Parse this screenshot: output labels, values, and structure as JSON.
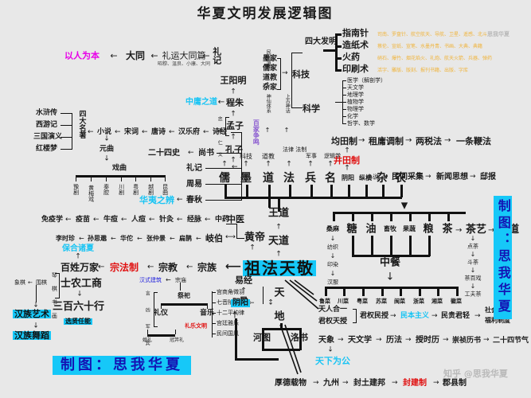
{
  "title": "华夏文明发展逻辑图",
  "credit_top": "思我华夏",
  "banner_bottom": "制图：思我华夏",
  "banner_right": "制图：思我华夏",
  "watermark": "知乎 @思我华夏",
  "center": {
    "core": "祖法天敬"
  },
  "top_left_chain": {
    "items": [
      "以人为本",
      "大同",
      "礼运大同篇",
      "礼记"
    ],
    "sub_note": "昭穆、温良、小康、大同"
  },
  "zhongyong": {
    "label": "中庸之道",
    "source": "程朱"
  },
  "confucian_lineage": [
    "王阳明",
    "程朱",
    "孟子",
    "孔子"
  ],
  "mengzi_virtues": "忠 孝 仁 义",
  "four_inventions": {
    "title": "四大发明",
    "items": [
      {
        "name": "指南针",
        "note": "司南、罗盘针、航空航天、导航、卫星、遥感、北斗"
      },
      {
        "name": "造纸术",
        "note": "蔡伦、宣纸、宣笔、水墨丹青、书画、大典、典籍"
      },
      {
        "name": "火药",
        "note": "硝石、爆竹、烟花焰火、礼炮、航天火箭、兵器、弹药"
      },
      {
        "name": "印刷术",
        "note": "活字、雕版、版刻、报刊书籍、出版、字库"
      }
    ]
  },
  "tech_sources": [
    "墨家",
    "儒家",
    "道教",
    "杂家"
  ],
  "tech_label": "科技",
  "science_label": "科学",
  "sciences": [
    "医学（解剖学）",
    "天文学",
    "地理学",
    "植物学",
    "物理学",
    "化学",
    "哲学、数学"
  ],
  "land_system": {
    "base": "井田制",
    "chain": [
      "均田制",
      "租庸调制",
      "两税法",
      "一条鞭法"
    ]
  },
  "news_chain": [
    "小说",
    "民间采集",
    "新闻思想",
    "邸报"
  ],
  "daoism_line": {
    "folk": "民间信仰",
    "mid": "神仙体系",
    "base": "上古神话"
  },
  "four_classics": {
    "items": [
      "水浒传",
      "西游记",
      "三国演义",
      "红楼梦"
    ],
    "group": "四大名著"
  },
  "literature_chain": [
    "小说",
    "宋词",
    "唐诗",
    "汉乐府",
    "诗经"
  ],
  "yuanqu": "元曲",
  "xiqu": "戏曲",
  "opera_types": [
    "豫剧",
    "黄梅戏",
    "秦腔",
    "川剧",
    "粤剧",
    "越剧",
    "昆曲"
  ],
  "history_chain": [
    "二十四史",
    "尚书"
  ],
  "classics_stack": [
    "礼记",
    "周易",
    "春秋"
  ],
  "huayi": "华夷之辨",
  "schools": {
    "names": [
      "儒",
      "墨",
      "道",
      "法",
      "兵",
      "名",
      "阴阳",
      "纵横",
      "杂",
      "农"
    ],
    "notes": [
      "",
      "科技",
      "道教",
      "法律 法制",
      "军事",
      "逻辑学",
      "",
      "",
      "",
      ""
    ],
    "hundred": "百家争鸣"
  },
  "medicine_chain": [
    "免疫学",
    "疫苗",
    "牛痘",
    "人痘",
    "针灸",
    "经脉",
    "中药",
    "中医"
  ],
  "doctors_chain": [
    "李时珍",
    "孙思邈",
    "华佗",
    "张仲景",
    "扁鹊",
    "岐伯"
  ],
  "huangdi": "黄帝",
  "way_chain": [
    "王道",
    "天道"
  ],
  "clan_chain": [
    "百姓万家",
    "宗法制",
    "宗教",
    "宗族"
  ],
  "baohe": "保合诸夏",
  "architecture": {
    "label": "汉式建筑",
    "source": "宗庙"
  },
  "occupations": {
    "top": "士农工商",
    "bottom": "三百六十行",
    "note": "选贤任能"
  },
  "arts": {
    "chess_chain": [
      "象棋",
      "围棋"
    ],
    "four_arts": "琴 棋 书 画",
    "han_art": "汉族艺术",
    "han_dance": "汉族舞蹈"
  },
  "ritual": {
    "sacrifice": "祭祀",
    "left": "礼仪",
    "right": "音乐",
    "civ": "礼乐文明",
    "ranks": "言 凶 军 宾 嘉",
    "rites": [
      "婚礼",
      "冠笄礼"
    ],
    "music_items": [
      "宫商角徵羽",
      "七音阶",
      "十二平均律",
      "宫廷雅乐",
      "民间国风"
    ]
  },
  "yijing": {
    "top": "易经",
    "mid": "易",
    "yinyang": "阴阳"
  },
  "heaven_earth": {
    "tian": "天",
    "di": "地",
    "hetu": "河图",
    "luoshu": "洛书"
  },
  "mandate": {
    "pair": [
      "天人合一",
      "君权天授"
    ],
    "chain": [
      "君权民授",
      "民本主义",
      "民贵君轻"
    ],
    "welfare": "社会保障 福利制度"
  },
  "astronomy_chain": [
    "天象",
    "天文学",
    "历法",
    "授时历",
    "崇祯历书",
    "二十四节气"
  ],
  "tianxia": "天下为公",
  "virtue_chain": [
    "厚德载物",
    "九州",
    "封土建邦",
    "封建制",
    "郡县制"
  ],
  "agriculture": {
    "items": [
      "桑麻",
      "糖",
      "油",
      "畜牧",
      "果蔬",
      "粮",
      "茶"
    ],
    "silk_chain": [
      "纺织",
      "印染",
      "汉服"
    ],
    "tea_chain": [
      "茶艺",
      "茶道"
    ],
    "tea_sub": [
      "点茶",
      "斗茶",
      "茶百戏",
      "工夫茶"
    ],
    "meal": "中餐",
    "cuisines": [
      "鲁菜",
      "川菜",
      "粤菜",
      "苏菜",
      "闽菜",
      "浙菜",
      "湘菜",
      "徽菜"
    ]
  }
}
